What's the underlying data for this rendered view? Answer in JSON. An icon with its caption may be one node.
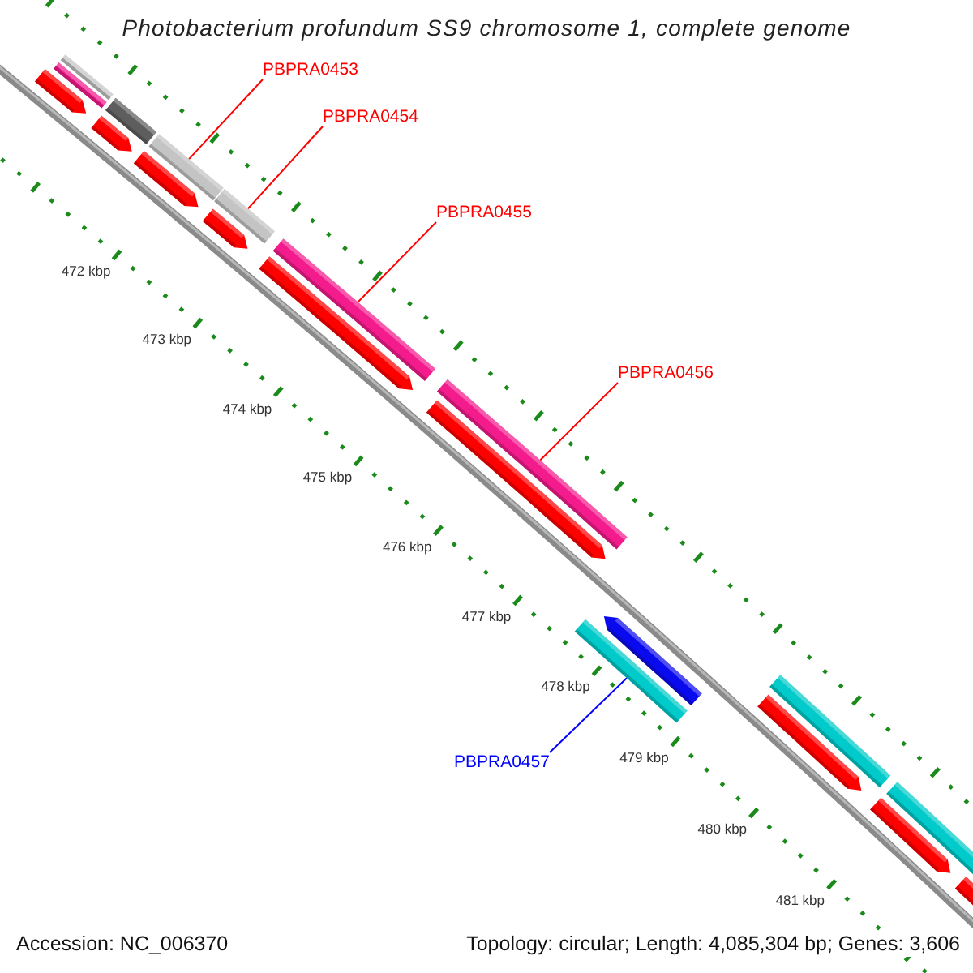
{
  "diagram": {
    "title": "Photobacterium profundum SS9 chromosome 1, complete genome",
    "nodes": [
      {
        "text": [
          "PBPRA0453"
        ]
      },
      {
        "text": [
          "PBPRA0454"
        ]
      },
      {
        "text": [
          "PBPRA0455"
        ]
      },
      {
        "text": [
          "PBPRA0456"
        ]
      },
      {
        "text": [
          "PBPRA0457"
        ]
      },
      {
        "text": [],
        "shape": "arrow"
      },
      {
        "text": [],
        "shape": "bar"
      },
      {
        "text": [],
        "shape": "bar"
      },
      {
        "text": [],
        "shape": "arrow"
      },
      {
        "text": [],
        "shape": "bar"
      },
      {
        "text": [],
        "shape": "arrow"
      },
      {
        "text": [],
        "shape": "bar"
      },
      {
        "text": [],
        "shape": "arrow"
      },
      {
        "text": [],
        "shape": "bar"
      },
      {
        "text": [],
        "shape": "arrow"
      },
      {
        "text": [],
        "shape": "bar"
      },
      {
        "text": [],
        "shape": "arrow"
      },
      {
        "text": [],
        "shape": "bar"
      },
      {
        "text": [],
        "shape": "bar"
      },
      {
        "text": [],
        "shape": "arrow"
      },
      {
        "text": [],
        "shape": "arrow"
      },
      {
        "text": [],
        "shape": "bar"
      },
      {
        "text": [],
        "shape": "arrow"
      },
      {
        "text": [],
        "shape": "bar"
      },
      {
        "text": [],
        "shape": "bar"
      }
    ],
    "edges": [
      {
        "from": 0,
        "to": 11,
        "arrow": "none"
      },
      {
        "from": 1,
        "to": 13,
        "arrow": "none"
      },
      {
        "from": 2,
        "to": 15,
        "arrow": "none"
      },
      {
        "from": 3,
        "to": 17,
        "arrow": "none"
      },
      {
        "from": 4,
        "to": 18,
        "arrow": "none",
        "color": "#0000ff"
      }
    ],
    "labels": [
      "472 kbp",
      "473 kbp",
      "474 kbp",
      "475 kbp",
      "476 kbp",
      "477 kbp",
      "478 kbp",
      "479 kbp",
      "480 kbp",
      "481 kbp",
      "Accession: NC_006370",
      "Topology: circular; Length: 4,085,304 bp; Genes: 3,606"
    ]
  }
}
